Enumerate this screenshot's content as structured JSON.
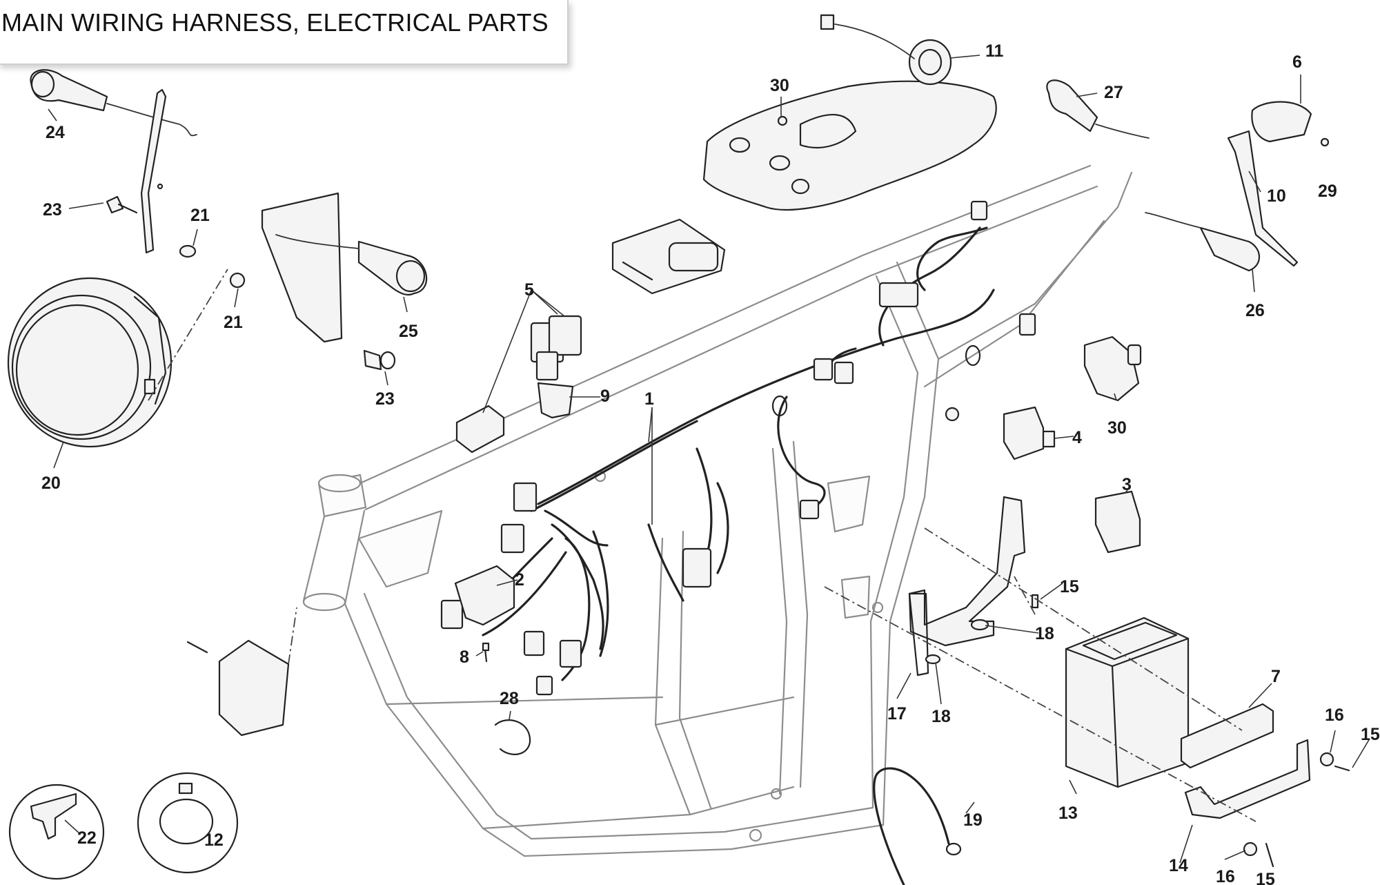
{
  "title": "MAIN WIRING HARNESS, ELECTRICAL PARTS",
  "callouts": [
    "24",
    "23",
    "21",
    "21",
    "20",
    "25",
    "23",
    "5",
    "9",
    "1",
    "2",
    "8",
    "28",
    "22",
    "12",
    "11",
    "30",
    "27",
    "6",
    "10",
    "29",
    "26",
    "30",
    "4",
    "3",
    "15",
    "18",
    "17",
    "18",
    "7",
    "16",
    "15",
    "13",
    "19",
    "14",
    "16",
    "15"
  ],
  "colors": {
    "line": "#222222",
    "frame": "#8c8c8c",
    "background": "#ffffff",
    "title_shadow": "#cfcfcf"
  }
}
